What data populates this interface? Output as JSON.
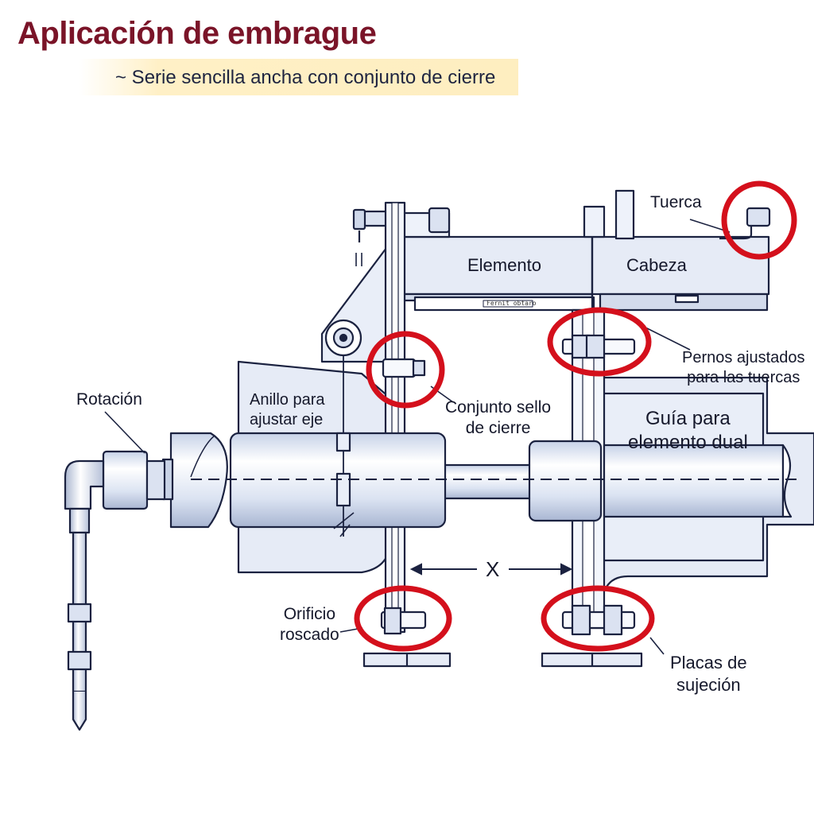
{
  "header": {
    "title": "Aplicación de embrague",
    "subtitle": "~ Serie sencilla ancha con conjunto de cierre"
  },
  "labels": {
    "tuerca": "Tuerca",
    "elemento": "Elemento",
    "cabeza": "Cabeza",
    "plate_text": "Fernit obtaro",
    "pernos": "Pernos ajustados\npara las tuercas",
    "rotacion": "Rotación",
    "anillo": "Anillo para\najustar eje",
    "conjunto": "Conjunto sello\nde cierre",
    "guia": "Guía para\nelemento dual",
    "dimension": "X",
    "orificio": "Orificio\nroscado",
    "placas": "Placas de\nsujeción"
  },
  "colors": {
    "title": "#7a1428",
    "highlight_circle": "#d4101c",
    "part_fill": "#e6ebf6",
    "outline": "#1b2240",
    "subtitle_band": "#fff0c6"
  },
  "icons": {
    "highlight": "red-circle",
    "dimension": "double-arrow"
  }
}
